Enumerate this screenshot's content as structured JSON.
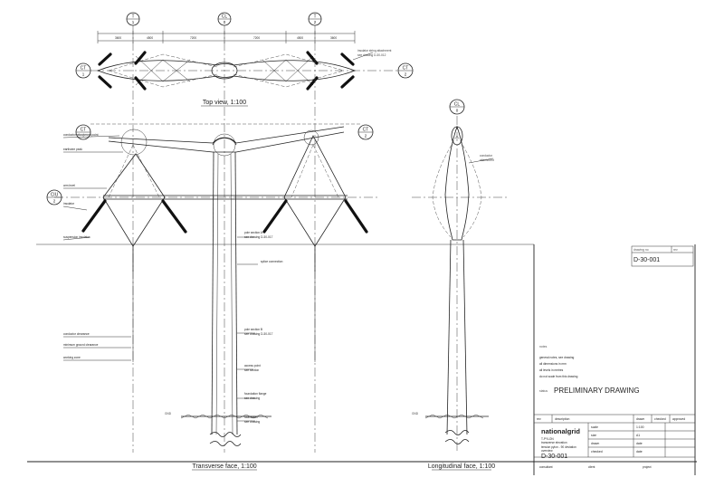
{
  "grid_markers": {
    "t1_top": {
      "letter": "T",
      "num": "1"
    },
    "cl_top": {
      "letter": "CL",
      "num": "0"
    },
    "t2_top": {
      "letter": "T",
      "num": "2"
    },
    "ct1_left": {
      "letter": "CT",
      "num": "1"
    },
    "ct2_right": {
      "letter": "CT",
      "num": "2"
    },
    "ct1_front": {
      "letter": "CT",
      "num": "1"
    },
    "ct2_front": {
      "letter": "CT",
      "num": "2"
    },
    "ciu_left": {
      "letter": "CIU",
      "num": "2"
    },
    "cl_side": {
      "letter": "CL",
      "num": "0"
    }
  },
  "view_captions": {
    "top_view": "Top view, 1:100",
    "transverse": "Transverse face, 1:100",
    "longitudinal": "Longitudinal face, 1:100"
  },
  "title_block": {
    "drawing_no_top": "D-30-001",
    "status": "PRELIMINARY DRAWING",
    "company": "nationalgrid",
    "drawing_no_bottom": "D-30-001"
  }
}
